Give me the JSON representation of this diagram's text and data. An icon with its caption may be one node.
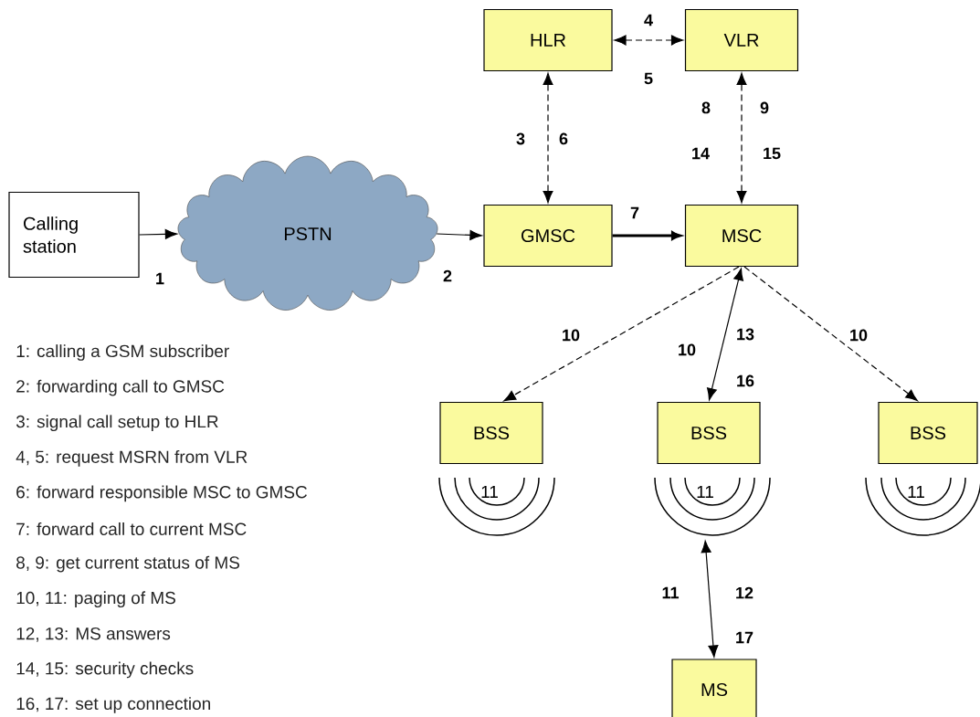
{
  "diagram": {
    "nodes": [
      {
        "text": [
          "Calling station"
        ]
      },
      {
        "text": [
          "PSTN"
        ]
      },
      {
        "text": [
          "HLR"
        ]
      },
      {
        "text": [
          "VLR"
        ]
      },
      {
        "text": [
          "GMSC"
        ]
      },
      {
        "text": [
          "MSC"
        ]
      },
      {
        "text": [
          "BSS"
        ]
      },
      {
        "text": [
          "BSS"
        ]
      },
      {
        "text": [
          "BSS"
        ]
      },
      {
        "text": [
          "11"
        ]
      },
      {
        "text": [
          "11"
        ]
      },
      {
        "text": [
          "11"
        ]
      },
      {
        "text": [
          "MS"
        ]
      }
    ],
    "edges": [
      {
        "from": 0,
        "to": 1,
        "arrow": "to"
      },
      {
        "from": 1,
        "to": 4,
        "arrow": "to"
      },
      {
        "from": 2,
        "to": 3,
        "arrow": "both",
        "style": "dashed"
      },
      {
        "from": 2,
        "to": 4,
        "arrow": "both",
        "style": "dashed"
      },
      {
        "from": 3,
        "to": 5,
        "arrow": "both",
        "style": "dashed"
      },
      {
        "from": 4,
        "to": 5,
        "arrow": "to",
        "style": "thick"
      },
      {
        "from": 5,
        "to": 6,
        "arrow": "to",
        "style": "dashed"
      },
      {
        "from": 5,
        "to": 7,
        "arrow": "both"
      },
      {
        "from": 5,
        "to": 8,
        "arrow": "to",
        "style": "dashed"
      },
      {
        "from": 10,
        "to": 12,
        "arrow": "both"
      }
    ],
    "labels": [
      "4",
      "5",
      "8",
      "9",
      "3",
      "6",
      "14",
      "15",
      "7",
      "1",
      "2",
      "10",
      "13",
      "10",
      "10",
      "16",
      "11",
      "12",
      "17",
      "1: calling a GSM subscriber",
      "2: forwarding call to GMSC",
      "3: signal call setup to HLR",
      "4, 5: request MSRN from VLR",
      "6: forward responsible MSC to GMSC",
      "7: forward call to current MSC",
      "8, 9: get current status of MS",
      "10, 11: paging of MS",
      "12, 13: MS answers",
      "14, 15: security checks",
      "16, 17: set up connection"
    ]
  }
}
